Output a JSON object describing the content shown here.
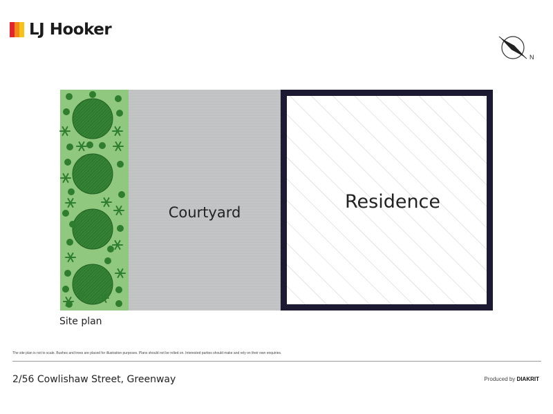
{
  "brand": {
    "name": "LJ Hooker",
    "colors": [
      "#e4232e",
      "#f28a1b",
      "#f7c21a"
    ]
  },
  "compass": {
    "north_label": "N"
  },
  "plan": {
    "courtyard_label": "Courtyard",
    "residence_label": "Residence",
    "site_plan_label": "Site plan",
    "colors": {
      "garden": "#8fc87e",
      "tree": "#2e7a2e",
      "courtyard": "#c3c4c6",
      "residence_wall": "#1c1a33"
    }
  },
  "footer": {
    "disclaimer": "The site plan is not to scale. Bushes and trees are placed for illustration purposes. Plans should not be relied on. Interested parties should make and rely on their own enquiries.",
    "address": "2/56 Cowlishaw Street, Greenway",
    "produced_by_prefix": "Produced by",
    "produced_by_brand": "DIAKRIT"
  }
}
